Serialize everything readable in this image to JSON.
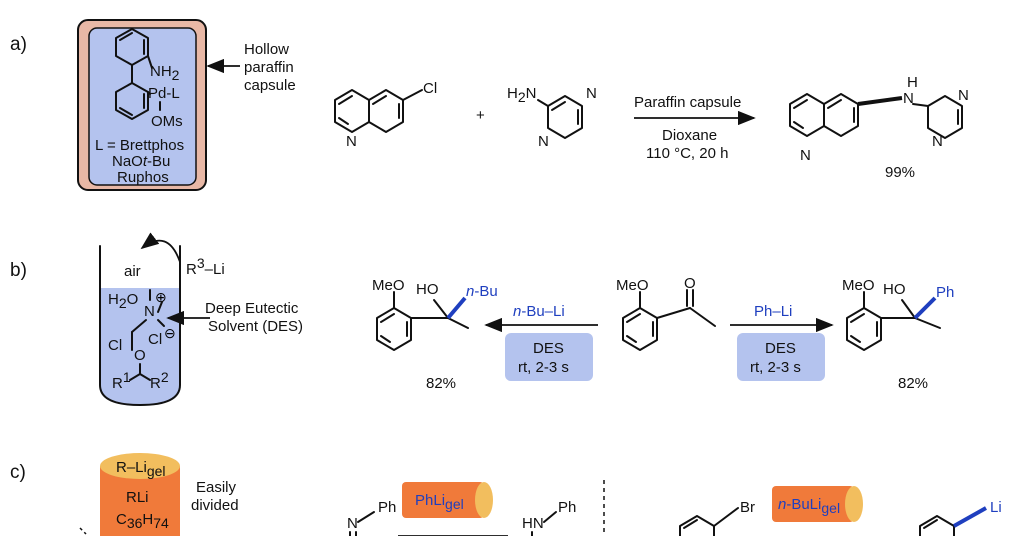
{
  "panels": {
    "a": {
      "tag": "a)",
      "capsule_callout": [
        "Hollow",
        "paraffin",
        "capsule"
      ],
      "catalyst": {
        "nh2": "NH",
        "nh2_sub": "2",
        "pd": "Pd-L",
        "oms": "OMs",
        "ligand_line": "L = Brettphos",
        "base_pre": "NaO",
        "base_it": "t",
        "base_post": "-Bu",
        "extra": "Ruphos"
      },
      "reactant1": {
        "cl": "Cl",
        "n": "N"
      },
      "plus": "+",
      "reactant2": {
        "h2n": "H",
        "h2n_sub": "2",
        "h2n_n": "N",
        "n1": "N",
        "n2": "N"
      },
      "conditions": [
        "Paraffin capsule",
        "Dioxane",
        "110 °C, 20 h"
      ],
      "product": {
        "h": "H",
        "nh": "N",
        "n1": "N",
        "n2": "N",
        "n3": "N"
      },
      "yield": "99%"
    },
    "b": {
      "tag": "b)",
      "air": "air",
      "reagent_pre": "R",
      "reagent_sup": "3",
      "reagent_post": "–Li",
      "h2o": "H",
      "h2o_sub": "2",
      "h2o_o": "O",
      "nplus": "N",
      "plus_sym": "⊕",
      "cl1": "Cl",
      "cl2": "Cl",
      "minus_sym": "⊖",
      "ketone_o": "O",
      "r1": "R",
      "r1_sup": "1",
      "r2": "R",
      "r2_sup": "2",
      "callout": [
        "Deep Eutectic",
        "Solvent (DES)"
      ],
      "left_product": {
        "meo": "MeO",
        "ho": "HO",
        "nbu_it": "n",
        "nbu": "-Bu",
        "yield": "82%"
      },
      "left_arrow": {
        "reagent_it": "n",
        "reagent": "-Bu–Li",
        "box": [
          "DES",
          "rt, 2-3 s"
        ]
      },
      "substrate": {
        "meo": "MeO",
        "o": "O"
      },
      "right_arrow": {
        "reagent": "Ph–Li",
        "box": [
          "DES",
          "rt, 2-3 s"
        ]
      },
      "right_product": {
        "meo": "MeO",
        "ho": "HO",
        "ph": "Ph",
        "yield": "82%"
      }
    },
    "c": {
      "tag": "c)",
      "cyl_top": "R–Li",
      "cyl_top_sub": "gel",
      "cyl_body1": "RLi",
      "cyl_body2": "C",
      "cyl_body2_sub1": "36",
      "cyl_body2_h": "H",
      "cyl_body2_sub2": "74",
      "callout": [
        "Easily",
        "divided"
      ],
      "imine": {
        "n": "N",
        "ph": "Ph"
      },
      "reagent1": "PhLi",
      "reagent1_sub": "gel",
      "amine": {
        "hn": "HN",
        "ph": "Ph"
      },
      "aryl_br": "Br",
      "reagent2_it": "n",
      "reagent2": "-BuLi",
      "reagent2_sub": "gel",
      "aryl_li": "Li"
    }
  },
  "colors": {
    "capsule_outer": "#e8b8a6",
    "capsule_inner": "#b4c3ee",
    "des_fill": "#b4c3ee",
    "cyl_orange": "#f07a3a",
    "cyl_yellow": "#f2be5e",
    "blue_text": "#1f3fbf"
  }
}
